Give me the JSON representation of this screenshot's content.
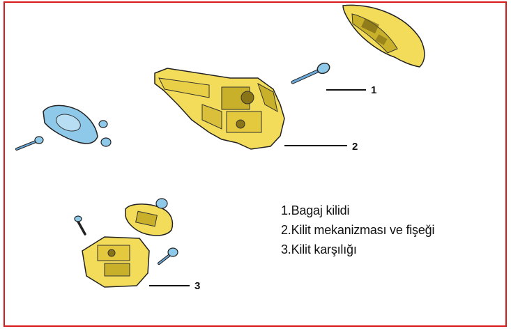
{
  "colors": {
    "frame": "#d61a1a",
    "part_yellow": "#f2dc5a",
    "part_yellow_dark": "#c9b02a",
    "part_blue": "#8fc9ea",
    "outline": "#222222"
  },
  "callouts": [
    {
      "number": "1"
    },
    {
      "number": "2"
    },
    {
      "number": "3"
    }
  ],
  "legend": [
    {
      "text": "1.Bagaj kilidi"
    },
    {
      "text": "2.Kilit mekanizması ve fişeği"
    },
    {
      "text": "3.Kilit karşılığı"
    }
  ]
}
